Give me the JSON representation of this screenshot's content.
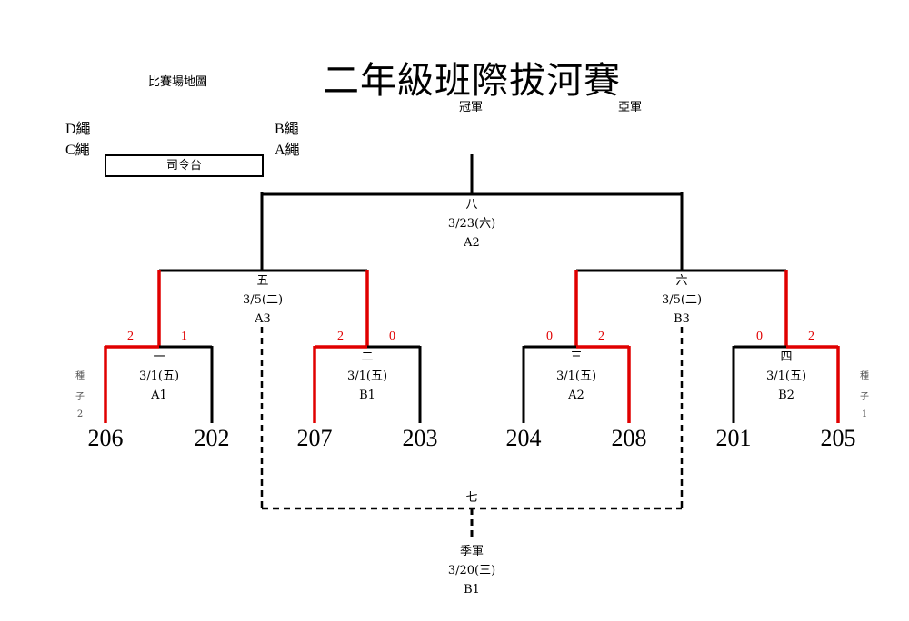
{
  "title": "二年級班際拔河賽",
  "map": {
    "title": "比賽場地圖",
    "rope_d": "D繩",
    "rope_c": "C繩",
    "rope_b": "B繩",
    "rope_a": "A繩",
    "stage": "司令台"
  },
  "headers": {
    "champion": "冠軍",
    "runner_up": "亞軍"
  },
  "matches": {
    "m1": {
      "name": "一",
      "date": "3/1(五)",
      "rope": "A1",
      "score_left": "2",
      "score_right": "1"
    },
    "m2": {
      "name": "二",
      "date": "3/1(五)",
      "rope": "B1",
      "score_left": "2",
      "score_right": "0"
    },
    "m3": {
      "name": "三",
      "date": "3/1(五)",
      "rope": "A2",
      "score_left": "0",
      "score_right": "2"
    },
    "m4": {
      "name": "四",
      "date": "3/1(五)",
      "rope": "B2",
      "score_left": "0",
      "score_right": "2"
    },
    "m5": {
      "name": "五",
      "date": "3/5(二)",
      "rope": "A3"
    },
    "m6": {
      "name": "六",
      "date": "3/5(二)",
      "rope": "B3"
    },
    "m7": {
      "name": "七",
      "sub": "季軍",
      "date": "3/20(三)",
      "rope": "B1"
    },
    "m8": {
      "name": "八",
      "date": "3/23(六)",
      "rope": "A2"
    }
  },
  "teams": [
    "206",
    "202",
    "207",
    "203",
    "204",
    "208",
    "201",
    "205"
  ],
  "seeds": {
    "left": {
      "chars": [
        "種",
        "子",
        "2"
      ]
    },
    "right": {
      "chars": [
        "種",
        "子",
        "1"
      ]
    }
  },
  "colors": {
    "line": "#000000",
    "winner": "#e00000"
  }
}
